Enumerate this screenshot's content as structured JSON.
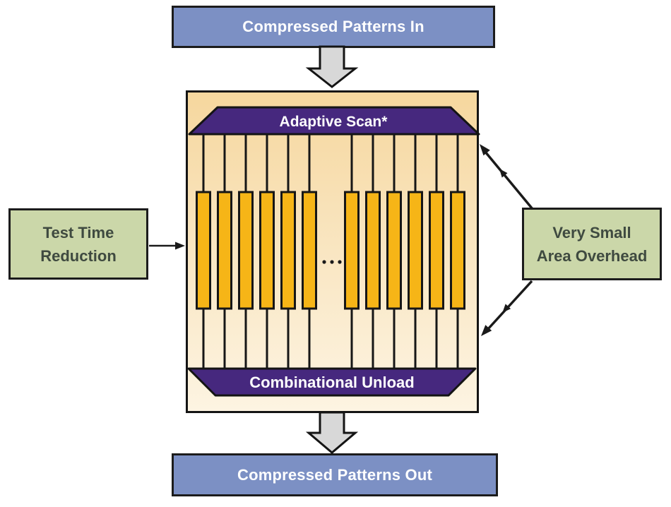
{
  "diagram": {
    "top_box": {
      "label": "Compressed Patterns In"
    },
    "bottom_box": {
      "label": "Compressed Patterns Out"
    },
    "core": {
      "adaptive_scan_label": "Adaptive Scan*",
      "combinational_unload_label": "Combinational Unload",
      "scan_chains": {
        "left_count": 6,
        "right_count": 6,
        "ellipsis_dots": 3
      }
    },
    "left_callout": {
      "line1": "Test Time",
      "line2": "Reduction"
    },
    "right_callout": {
      "line1": "Very Small",
      "line2": "Area Overhead"
    },
    "colors": {
      "blue_box": "#7c90c4",
      "box_border": "#1c1c1c",
      "purple_bar": "#46287e",
      "chain_yellow": "#f6b517",
      "chain_outline": "#161616",
      "callout_green": "#cbd7a9",
      "callout_text": "#3f4a40",
      "core_gradient_top": "#f6d79e",
      "core_gradient_bottom": "#fdf4e2",
      "flow_arrow_gray": "#d8d8d8",
      "connector_black": "#1a1a1a"
    }
  }
}
